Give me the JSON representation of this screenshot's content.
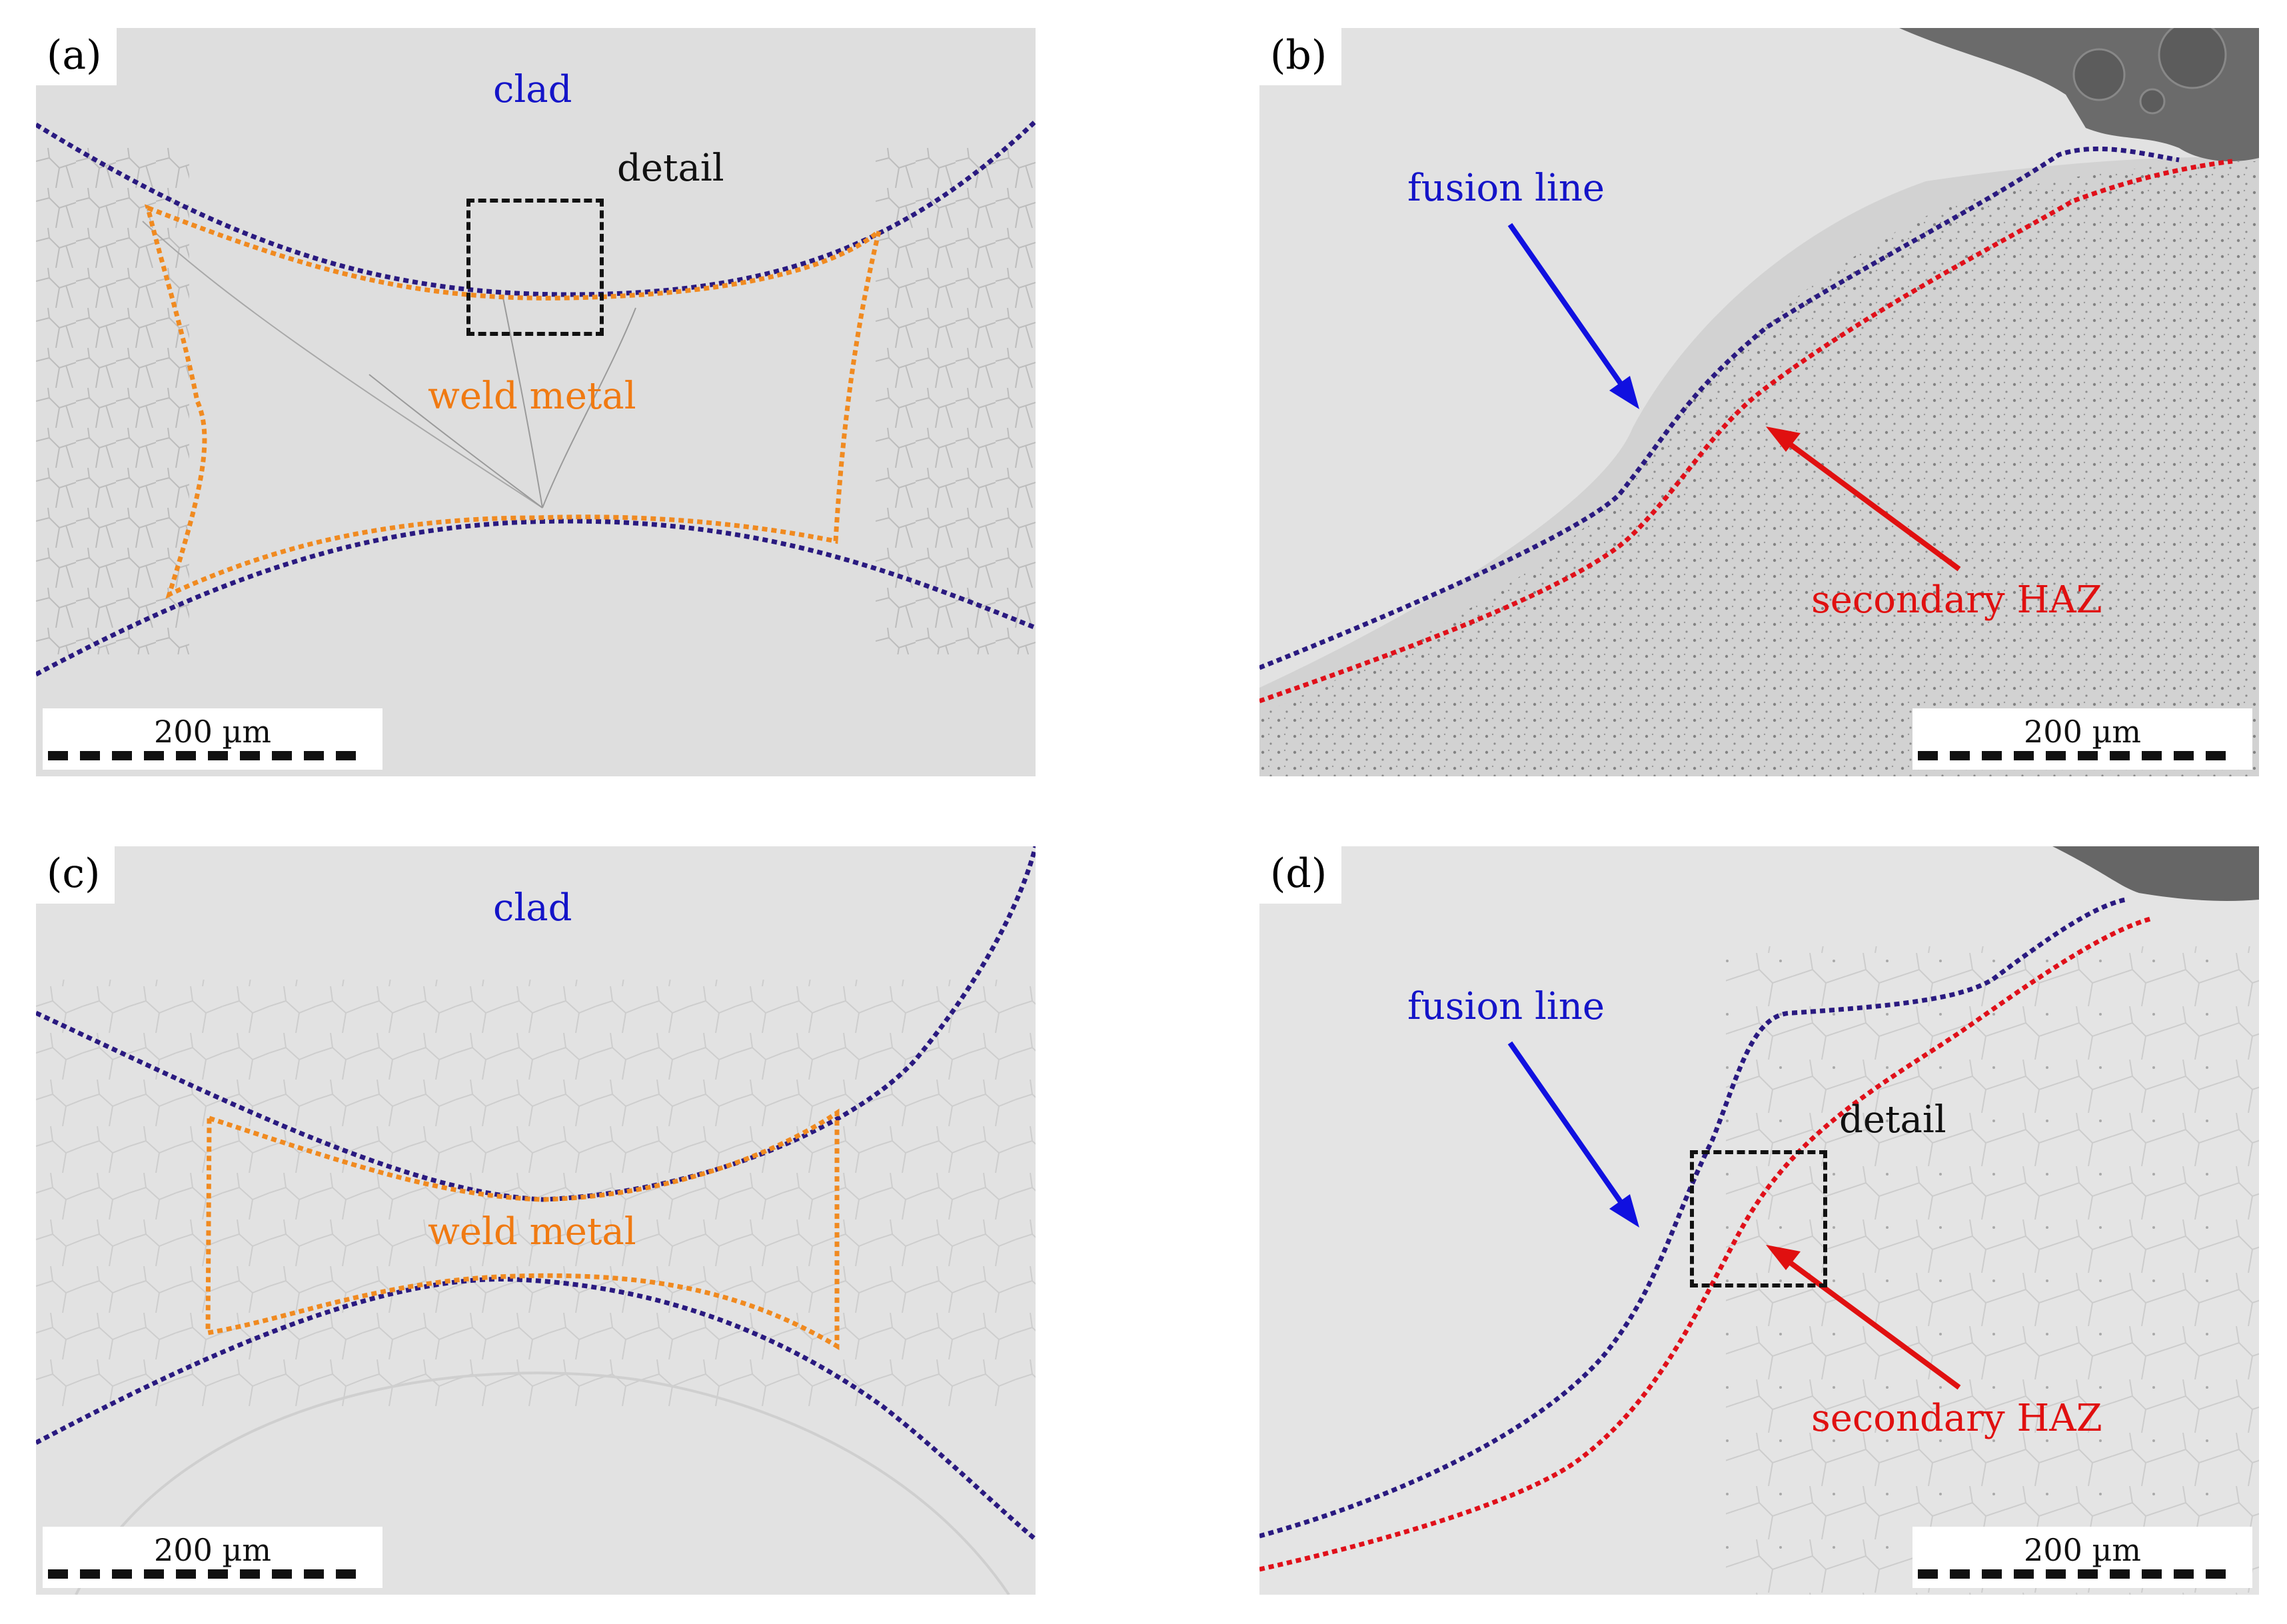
{
  "panels": {
    "a": {
      "tag": "(a)",
      "clad": "clad",
      "weld": "weld metal",
      "detail": "detail",
      "scale": "200 µm"
    },
    "b": {
      "tag": "(b)",
      "fusion": "fusion line",
      "haz": "secondary HAZ",
      "scale": "200 µm"
    },
    "c": {
      "tag": "(c)",
      "clad": "clad",
      "weld": "weld metal",
      "scale": "200 µm"
    },
    "d": {
      "tag": "(d)",
      "fusion": "fusion line",
      "haz": "secondary HAZ",
      "detail": "detail",
      "scale": "200 µm"
    }
  },
  "colors": {
    "fusion_boundary": "#2a1a80",
    "weld_boundary": "#f08a20",
    "haz_boundary": "#e0101a",
    "arrow_blue": "#1010e0",
    "arrow_red": "#e01010",
    "background": "#dcdcdc"
  }
}
